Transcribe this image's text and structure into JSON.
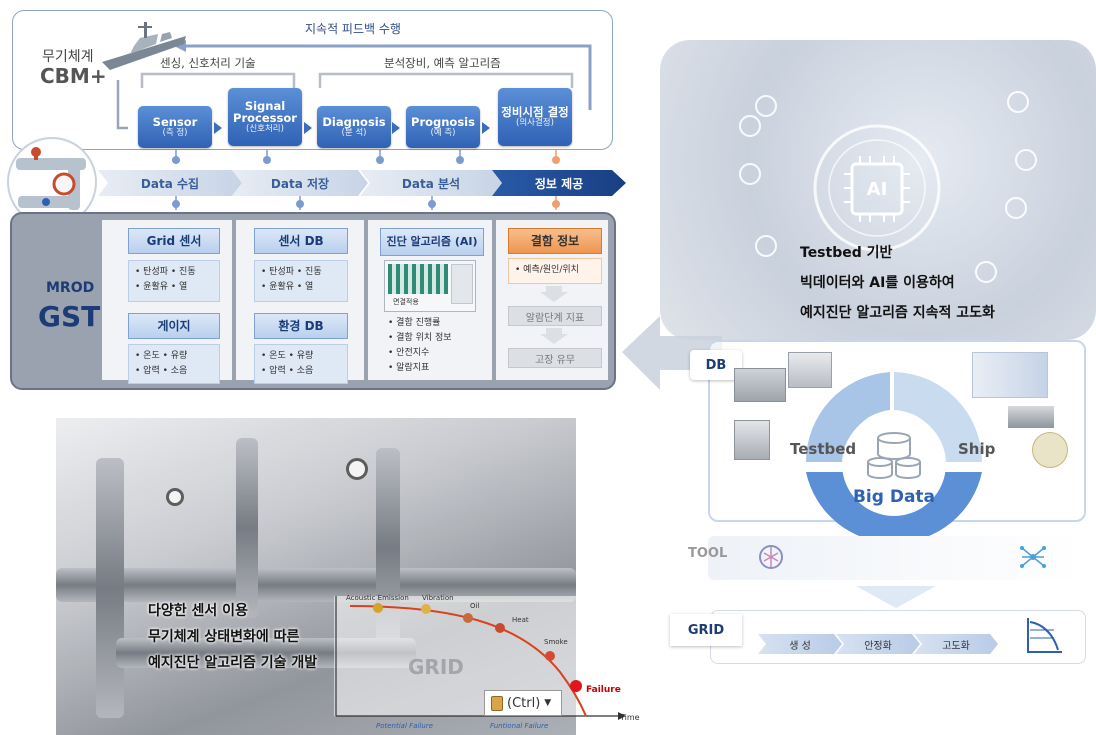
{
  "cbm": {
    "title_line1": "무기체계",
    "title_line2": "CBM+",
    "feedback": "지속적 피드백 수행",
    "group_left": "센싱, 신호처리 기술",
    "group_right": "분석장비, 예측 알고리즘",
    "steps": [
      {
        "main": "Sensor",
        "sub": "(측 정)"
      },
      {
        "main": "Signal Processor",
        "sub": "(신호처리)"
      },
      {
        "main": "Diagnosis",
        "sub": "(분 석)"
      },
      {
        "main": "Prognosis",
        "sub": "(예 측)"
      },
      {
        "main": "정비시점 결정",
        "sub": "(의사결정)"
      }
    ]
  },
  "stages": [
    "Data 수집",
    "Data 저장",
    "Data 분석",
    "정보 제공"
  ],
  "gst": {
    "label1": "MROD",
    "label2": "GST",
    "col1": {
      "box1_title": "Grid 센서",
      "box1_items": [
        "• 탄성파  • 진동",
        "• 윤활유  • 열"
      ],
      "box2_title": "게이지",
      "box2_items": [
        "• 온도   • 유량",
        "• 압력   • 소음"
      ]
    },
    "col2": {
      "box1_title": "센서 DB",
      "box1_items": [
        "• 탄성파  • 진동",
        "• 윤활유  • 열"
      ],
      "box2_title": "환경 DB",
      "box2_items": [
        "• 온도   • 유량",
        "• 압력   • 소음"
      ]
    },
    "col3": {
      "title": "진단 알고리즘 (AI)",
      "screen_caption": "면결적용",
      "items": [
        "• 결함 진행률",
        "• 결함 위치 정보",
        "• 안전지수",
        "• 알람지표"
      ]
    },
    "col4": {
      "title": "결함 정보",
      "item": "• 예측/원인/위치",
      "box2": "알람단계 지표",
      "box3": "고장 유무"
    }
  },
  "left_text": [
    "다양한 센서 이용",
    "무기체계 상태변화에 따른",
    "예지진단 알고리즘 기술 개발"
  ],
  "curve": {
    "labels": [
      "Acoustic Emission",
      "Vibration",
      "Oil",
      "Heat",
      "Smoke",
      "Failure"
    ],
    "watermark": "GRID",
    "x_axis": "Time",
    "zone1": "Potential Failure",
    "zone2": "Funtional Failure"
  },
  "ctrl": "(Ctrl)",
  "right": {
    "text": [
      "Testbed 기반",
      "빅데이터와 AI를 이용하여",
      "예지진단 알고리즘 지속적 고도화"
    ],
    "db_tag": "DB",
    "tool_tag": "TOOL",
    "grid_tag": "GRID",
    "testbed": "Testbed",
    "ship": "Ship",
    "bigdata": "Big Data",
    "ai": "AI",
    "grid_steps": [
      "생 성",
      "안정화",
      "고도화"
    ],
    "ai_chip": "AI"
  }
}
